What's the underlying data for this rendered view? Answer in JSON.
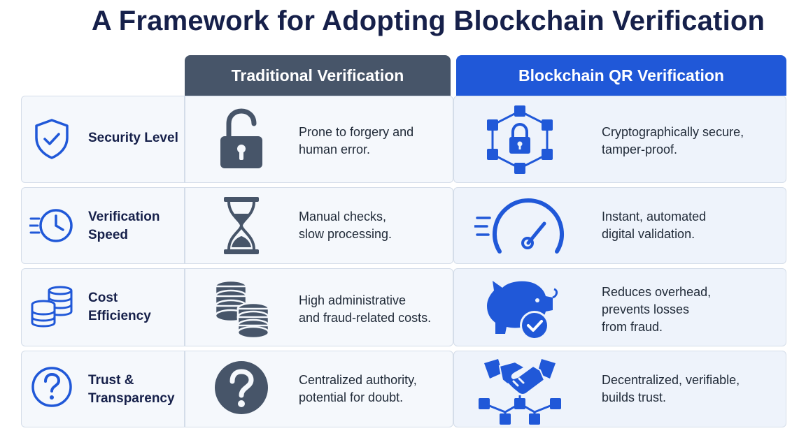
{
  "title": "A Framework for Adopting Blockchain Verification",
  "columns": {
    "traditional": "Traditional Verification",
    "blockchain": "Blockchain QR Verification"
  },
  "rows": [
    {
      "label_lines": [
        "Security Level"
      ],
      "traditional_lines": [
        "Prone to forgery and",
        "human error."
      ],
      "blockchain_lines": [
        "Cryptographically secure,",
        "tamper-proof."
      ],
      "icons": {
        "category": "shield-check-icon",
        "traditional": "unlocked-padlock-icon",
        "blockchain": "blockchain-lock-network-icon"
      }
    },
    {
      "label_lines": [
        "Verification",
        "Speed"
      ],
      "traditional_lines": [
        "Manual checks,",
        "slow processing."
      ],
      "blockchain_lines": [
        "Instant, automated",
        "digital validation."
      ],
      "icons": {
        "category": "fast-clock-icon",
        "traditional": "hourglass-icon",
        "blockchain": "speedometer-icon"
      }
    },
    {
      "label_lines": [
        "Cost",
        "Efficiency"
      ],
      "traditional_lines": [
        "High administrative",
        "and fraud-related costs."
      ],
      "blockchain_lines": [
        "Reduces overhead,",
        "prevents losses",
        "from fraud."
      ],
      "icons": {
        "category": "coin-stack-icon",
        "traditional": "coin-stacks-icon",
        "blockchain": "piggy-bank-check-icon"
      }
    },
    {
      "label_lines": [
        "Trust &",
        "Transparency"
      ],
      "traditional_lines": [
        "Centralized authority,",
        "potential for doubt."
      ],
      "blockchain_lines": [
        "Decentralized, verifiable,",
        "builds trust."
      ],
      "icons": {
        "category": "question-circle-icon",
        "traditional": "question-badge-icon",
        "blockchain": "handshake-network-icon"
      }
    }
  ],
  "colors": {
    "title": "#16204a",
    "traditional_header": "#475569",
    "blockchain_header": "#2058d8",
    "traditional_icon": "#475569",
    "blockchain_icon": "#2058d8"
  }
}
